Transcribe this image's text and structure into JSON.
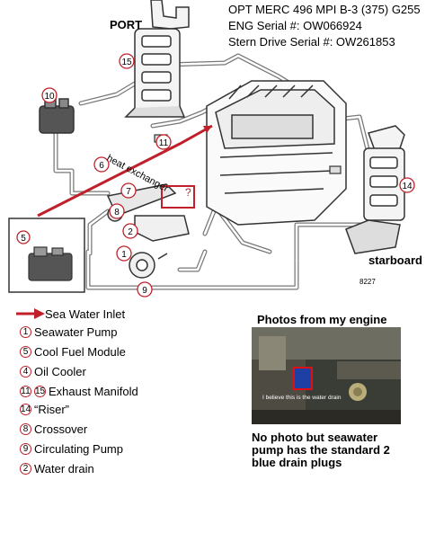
{
  "header": {
    "line1": "OPT MERC 496 MPI B-3 (375) G255",
    "line2": "ENG Serial #: OW066924",
    "line3": "Stern Drive Serial #: OW261853"
  },
  "labels": {
    "port": "PORT",
    "starboard": "starboard",
    "heat_exchanger": "heat exchanger",
    "question_mark": "?",
    "fig_id": "8227"
  },
  "callouts": [
    "10",
    "15",
    "11",
    "5",
    "6",
    "7",
    "8",
    "2",
    "9",
    "14",
    "1"
  ],
  "legend": {
    "sea_water_inlet": "Sea Water Inlet",
    "items": [
      {
        "nums": [
          "1"
        ],
        "label": "Seawater Pump"
      },
      {
        "nums": [
          "5"
        ],
        "label": "Cool Fuel Module"
      },
      {
        "nums": [
          "4"
        ],
        "label": "Oil Cooler"
      },
      {
        "nums": [
          "11",
          "15"
        ],
        "label": "Exhaust Manifold"
      },
      {
        "nums": [
          "14"
        ],
        "label": "“Riser”"
      },
      {
        "nums": [
          "8"
        ],
        "label": "Crossover"
      },
      {
        "nums": [
          "9"
        ],
        "label": "Circulating Pump"
      },
      {
        "nums": [
          "2"
        ],
        "label": "Water drain"
      }
    ]
  },
  "photo": {
    "title": "Photos from my engine",
    "caption": "I believe this is the water drain",
    "note": "No photo but seawater pump has the standard 2 blue drain plugs"
  },
  "colors": {
    "accent": "#c0202a",
    "line": "#333333",
    "hose": "#777777"
  }
}
